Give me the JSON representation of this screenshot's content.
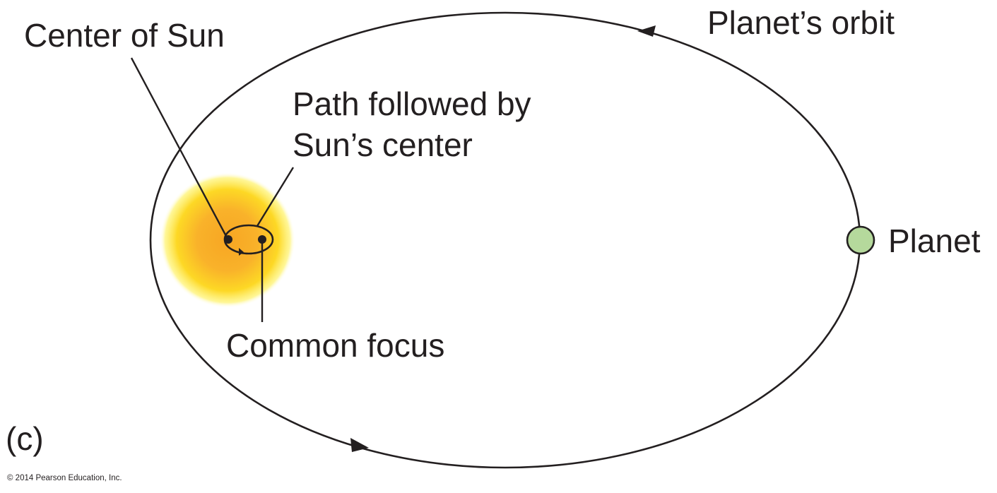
{
  "labels": {
    "center_of_sun": "Center of Sun",
    "path_line1": "Path followed by",
    "path_line2": "Sun’s center",
    "planets_orbit": "Planet’s orbit",
    "planet": "Planet",
    "common_focus": "Common focus",
    "panel_tag": "(c)",
    "copyright": "© 2014 Pearson Education, Inc."
  },
  "colors": {
    "line": "#231f20",
    "planet_fill": "#b5d99c",
    "sun_core": "#f6a723",
    "sun_mid": "#fbc62a",
    "sun_edge": "#fff200"
  }
}
